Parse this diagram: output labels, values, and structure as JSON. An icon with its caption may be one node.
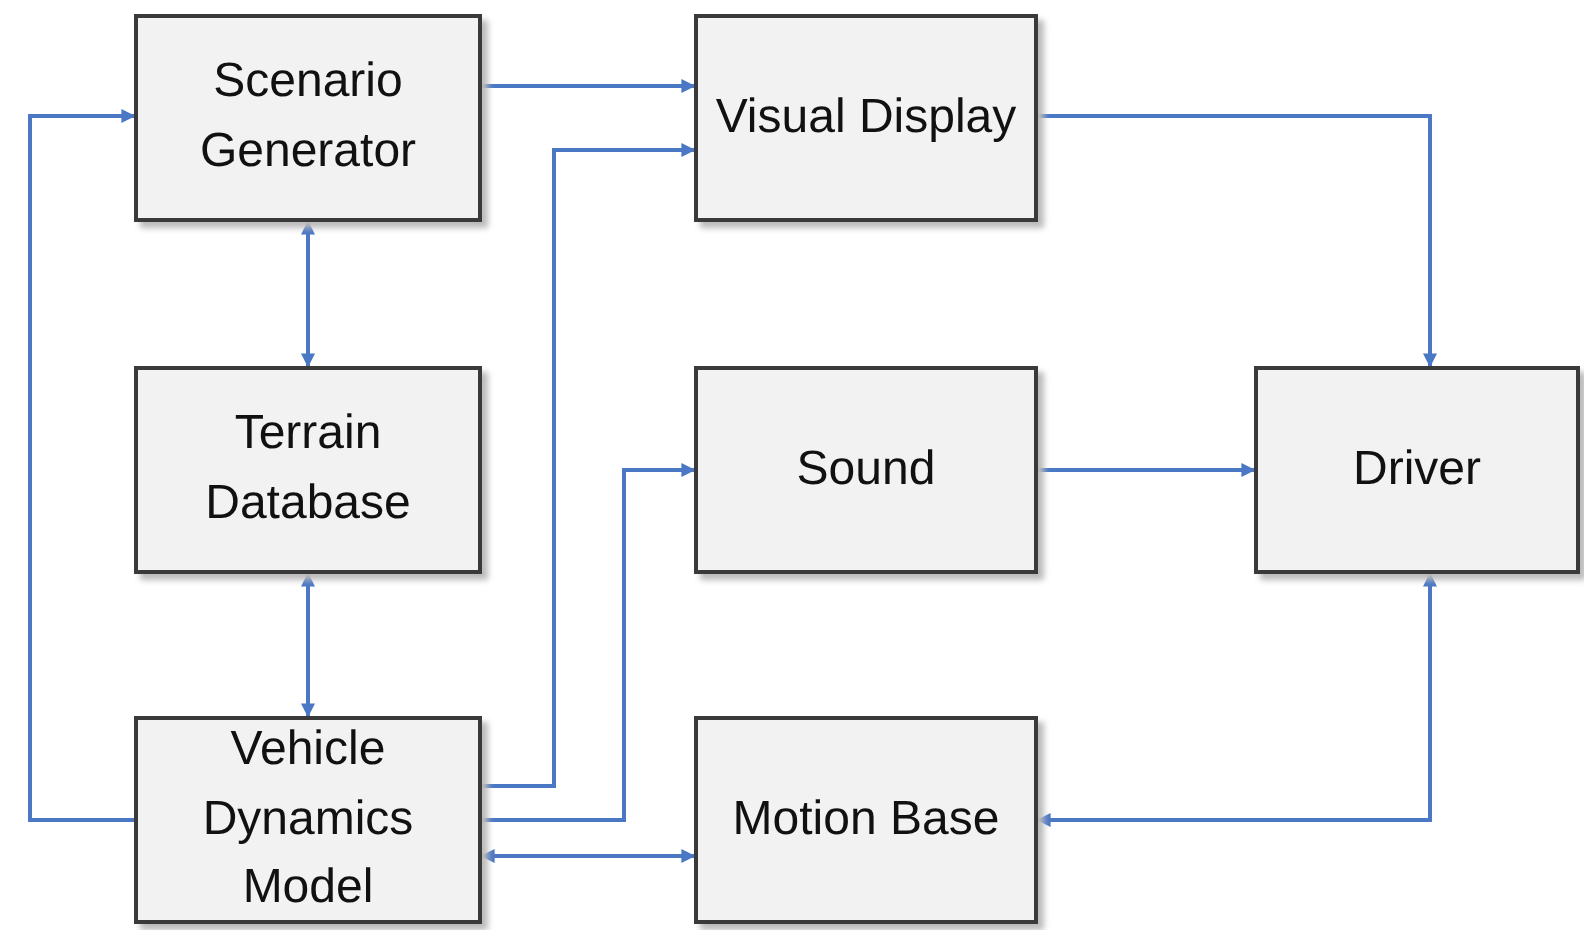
{
  "diagram": {
    "nodes": [
      {
        "text": [
          "Scenario Generator"
        ]
      },
      {
        "text": [
          "Visual Display"
        ]
      },
      {
        "text": [
          "Terrain Database"
        ]
      },
      {
        "text": [
          "Sound"
        ]
      },
      {
        "text": [
          "Driver"
        ]
      },
      {
        "text": [
          "Vehicle Dynamics Model"
        ]
      },
      {
        "text": [
          "Motion Base"
        ]
      }
    ],
    "edges": [
      {
        "from": 0,
        "to": 1,
        "arrow": "to"
      },
      {
        "from": 1,
        "to": 4,
        "arrow": "to"
      },
      {
        "from": 0,
        "to": 2,
        "arrow": "both"
      },
      {
        "from": 2,
        "to": 5,
        "arrow": "both"
      },
      {
        "from": 5,
        "to": 0,
        "arrow": "to"
      },
      {
        "from": 5,
        "to": 1,
        "arrow": "to"
      },
      {
        "from": 5,
        "to": 3,
        "arrow": "to"
      },
      {
        "from": 3,
        "to": 4,
        "arrow": "to"
      },
      {
        "from": 6,
        "to": 4,
        "arrow": "both"
      },
      {
        "from": 5,
        "to": 6,
        "arrow": "both"
      }
    ]
  }
}
